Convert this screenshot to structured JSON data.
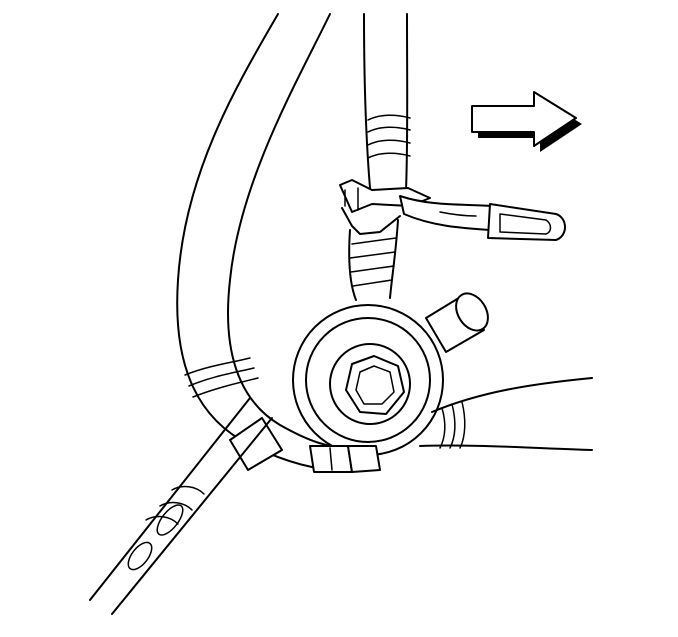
{
  "diagram": {
    "kind": "technical line illustration",
    "components": [
      {
        "name": "left-hose"
      },
      {
        "name": "upper-hose"
      },
      {
        "name": "lower-right-hose"
      },
      {
        "name": "hose-clamp"
      },
      {
        "name": "fitting-body"
      },
      {
        "name": "hex-nut"
      },
      {
        "name": "side-port"
      },
      {
        "name": "connector-tabs"
      },
      {
        "name": "direction-arrow",
        "direction": "right"
      }
    ],
    "colors": {
      "line": "#000000",
      "background": "#ffffff"
    }
  }
}
